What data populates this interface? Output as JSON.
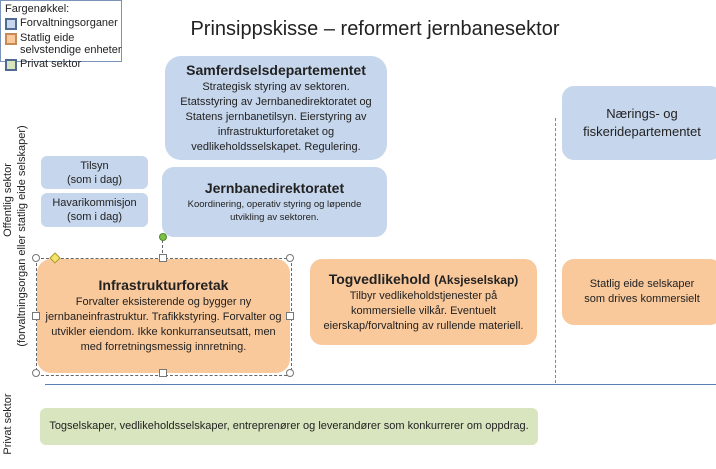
{
  "legend": {
    "title": "Fargenøkkel:",
    "items": [
      {
        "label": "Forvaltningsorganer",
        "color": "#c6d6ec"
      },
      {
        "label": "Statlig eide selvstendige enheter",
        "color": "#f9c99c"
      },
      {
        "label": "Privat sektor",
        "color": "#d8e5bf"
      }
    ]
  },
  "title": "Prinsippskisse – reformert jernbanesektor",
  "side": {
    "public": "Offentlig sektor",
    "public_sub": "(forvaltningsorgan eller statlig eide selskaper)",
    "private": "Privat sektor"
  },
  "samferdsel": {
    "title": "Samferdselsdepartementet",
    "desc": "Strategisk styring av sektoren. Etatsstyring av Jernbanedirektoratet og Statens jernbanetilsyn. Eierstyring av infrastrukturforetaket og vedlikeholdsselskapet. Regulering."
  },
  "jernbanedir": {
    "title": "Jernbanedirektoratet",
    "desc": "Koordinering, operativ styring og løpende utvikling av sektoren."
  },
  "tilsyn": {
    "line1": "Tilsyn",
    "line2": "(som i dag)"
  },
  "havari": {
    "line1": "Havarikommisjon",
    "line2": "(som i dag)"
  },
  "infra": {
    "title": "Infrastrukturforetak",
    "desc": "Forvalter eksisterende og bygger ny jernbaneinfrastruktur. Trafikkstyring. Forvalter og utvikler eiendom. Ikke konkurranseutsatt, men med forretningsmessig innretning."
  },
  "tog": {
    "title": "Togvedlikehold",
    "title_sub": "(Aksjeselskap)",
    "desc": "Tilbyr vedlikeholdstjenester på kommersielle vilkår. Eventuelt eierskap/forvaltning av rullende materiell."
  },
  "naering": {
    "title": "Nærings- og fiskeridepartementet"
  },
  "statlig": {
    "desc": "Statlig eide selskaper som drives kommersielt"
  },
  "privat": {
    "desc": "Togselskaper, vedlikeholdsselskaper, entreprenører og leverandører som konkurrerer om oppdrag."
  }
}
